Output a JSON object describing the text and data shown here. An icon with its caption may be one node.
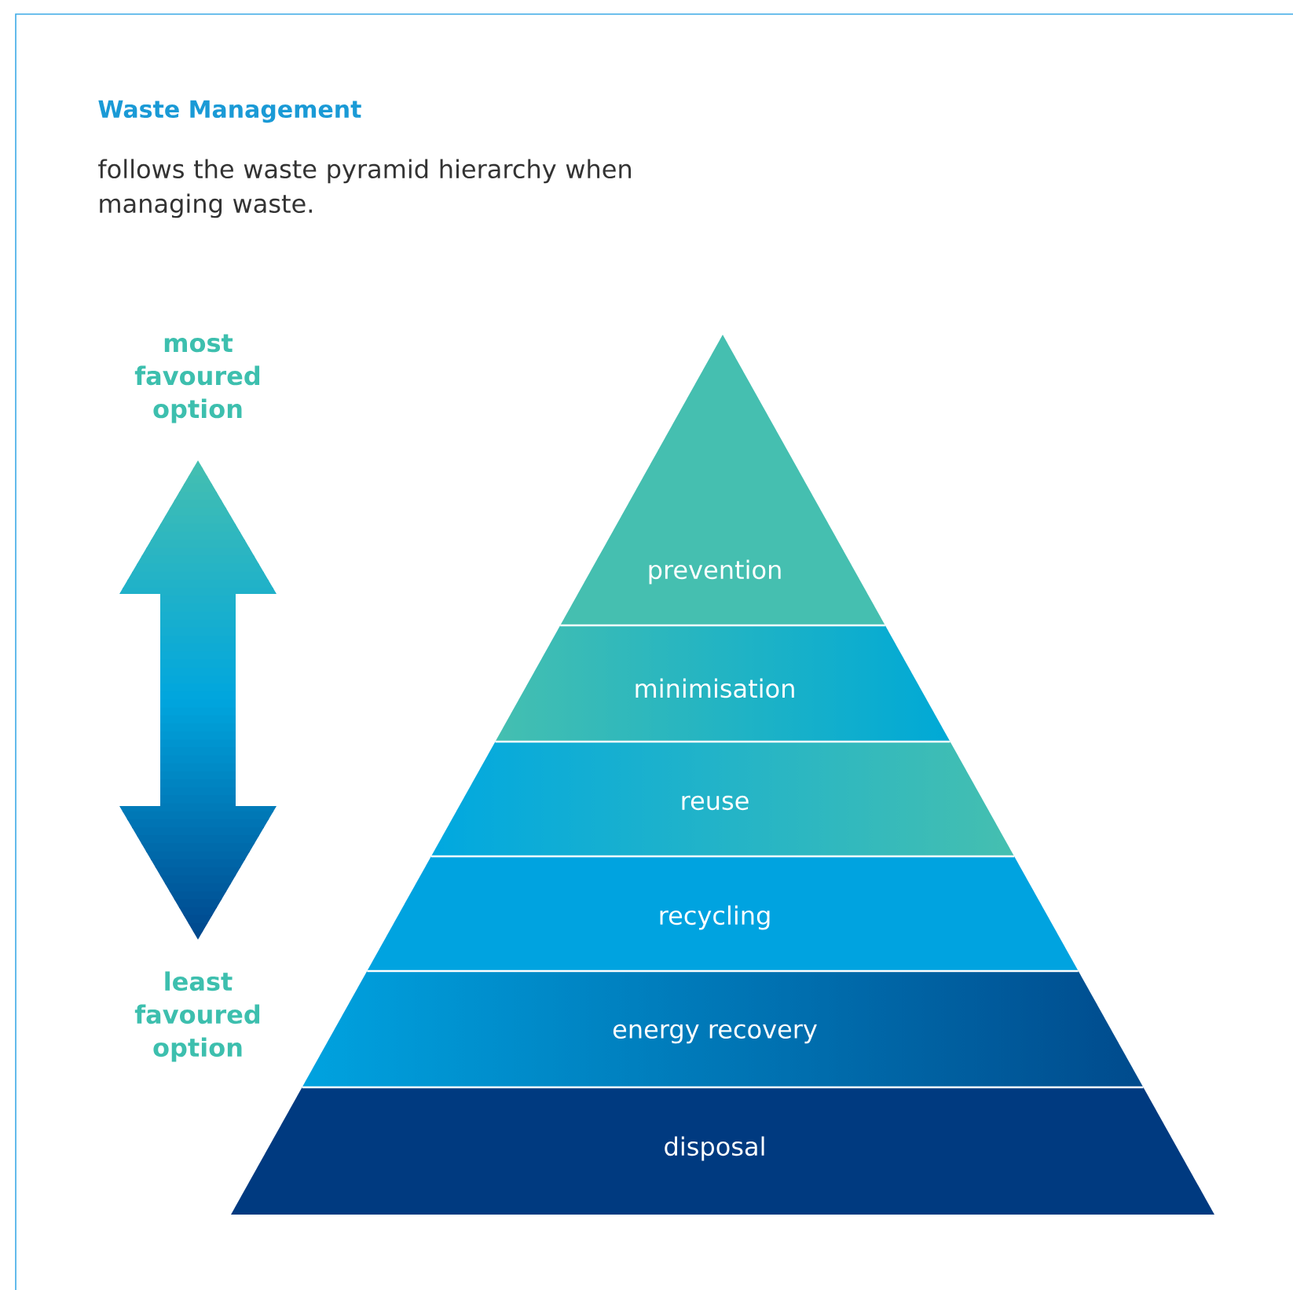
{
  "diagram": {
    "title": "Waste Management",
    "nodes": [
      {
        "text": [
          "prevention"
        ]
      },
      {
        "text": [
          "minimisation"
        ]
      },
      {
        "text": [
          "reuse"
        ]
      },
      {
        "text": [
          "recycling"
        ]
      },
      {
        "text": [
          "energy recovery"
        ]
      },
      {
        "text": [
          "disposal"
        ]
      }
    ],
    "labels": [
      "follows the waste pyramid hierarchy when managing waste.",
      "most favoured option",
      "least favoured option"
    ]
  }
}
